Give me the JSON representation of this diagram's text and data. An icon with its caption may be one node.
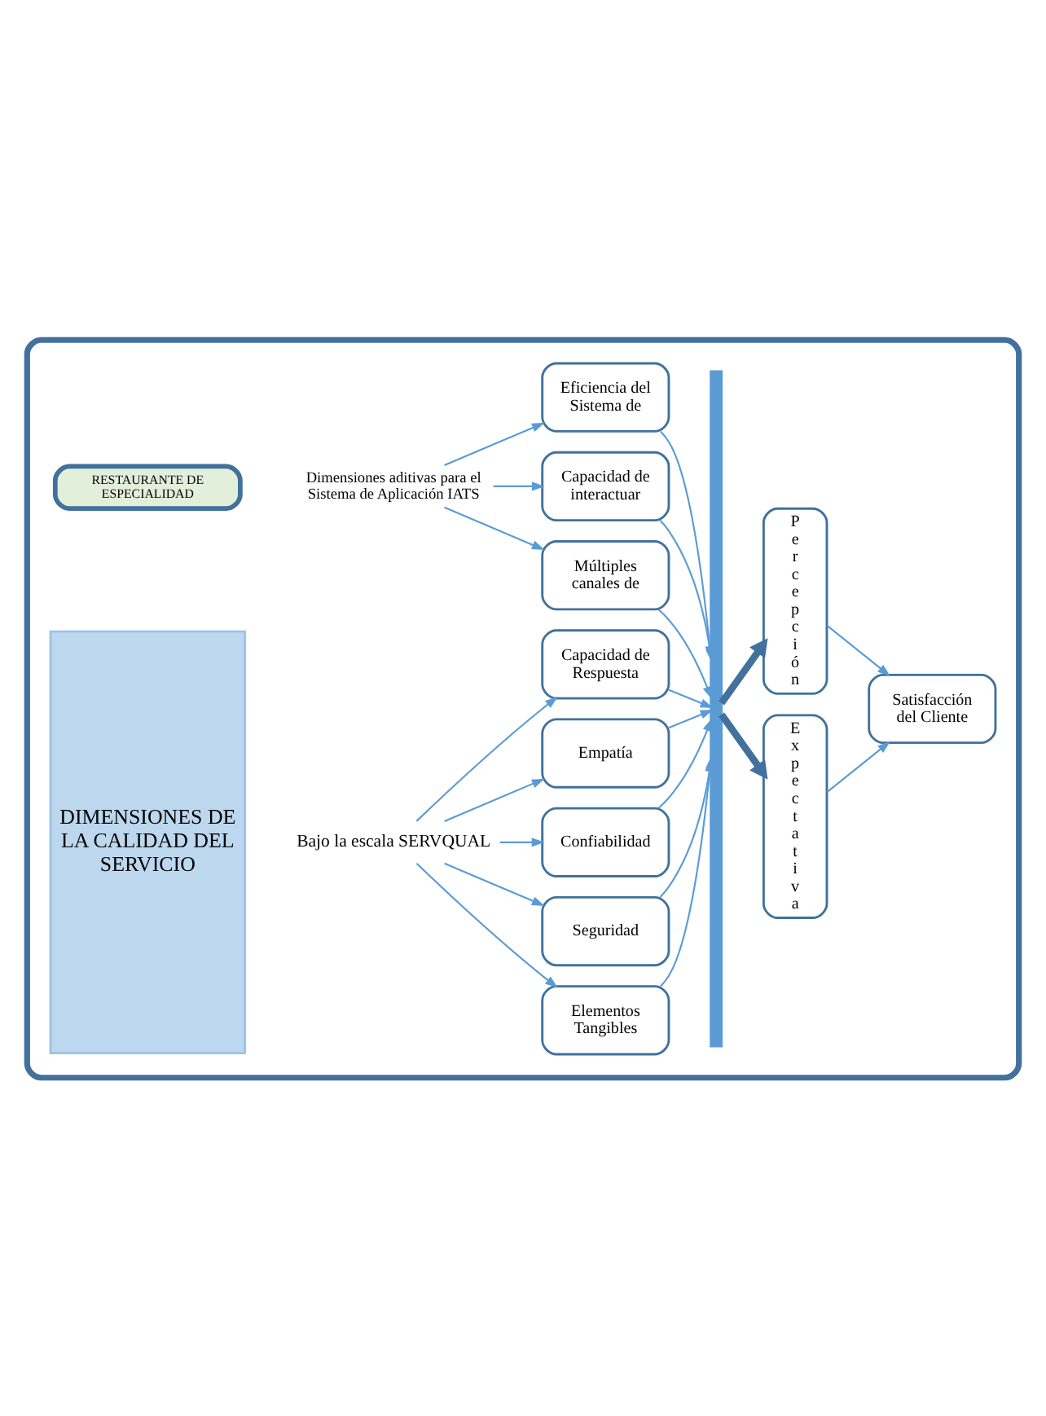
{
  "diagram": {
    "nodes": [
      {
        "text": [],
        "shape": "box"
      },
      {
        "text": [
          "DIMENSIONES DE LA CALIDAD DEL SERVICIO"
        ],
        "in": 0
      },
      {
        "text": [
          "Bajo la escala SERVQUAL"
        ],
        "in": 0
      },
      {
        "text": [
          "Capacidad de Respuesta"
        ],
        "in": 0
      },
      {
        "text": [
          "Empatía"
        ],
        "in": 0
      },
      {
        "text": [
          "Confiabilidad"
        ],
        "in": 0
      },
      {
        "text": [
          "Seguridad"
        ],
        "in": 0
      },
      {
        "text": [
          "Elementos Tangibles"
        ],
        "in": 0
      },
      {
        "text": [
          "Dimensiones aditivas para el Sistema de Aplicación IATS"
        ],
        "in": 0
      },
      {
        "text": [
          "Eficiencia del Sistema de"
        ],
        "in": 0
      },
      {
        "text": [
          "Capacidad de interactuar"
        ],
        "in": 0
      },
      {
        "text": [
          "Múltiples canales de"
        ],
        "in": 0
      },
      {
        "text": [],
        "shape": "bar",
        "in": 0
      },
      {
        "text": [
          "Percepción"
        ],
        "in": 0
      },
      {
        "text": [
          "Expectativa"
        ],
        "in": 0
      },
      {
        "text": [
          "Satisfacción del Cliente"
        ],
        "in": 0
      },
      {
        "text": [
          "RESTAURANTE DE ESPECIALIDAD"
        ],
        "in": 0
      }
    ],
    "edges": [
      {
        "from": 2,
        "to": 3,
        "arrow": "to"
      },
      {
        "from": 2,
        "to": 4,
        "arrow": "to"
      },
      {
        "from": 2,
        "to": 5,
        "arrow": "to"
      },
      {
        "from": 2,
        "to": 6,
        "arrow": "to"
      },
      {
        "from": 2,
        "to": 7,
        "arrow": "to"
      },
      {
        "from": 8,
        "to": 9,
        "arrow": "to"
      },
      {
        "from": 8,
        "to": 10,
        "arrow": "to"
      },
      {
        "from": 8,
        "to": 11,
        "arrow": "to"
      },
      {
        "from": 3,
        "to": 12,
        "arrow": "to"
      },
      {
        "from": 4,
        "to": 12,
        "arrow": "to"
      },
      {
        "from": 5,
        "to": 12,
        "arrow": "to"
      },
      {
        "from": 6,
        "to": 12,
        "arrow": "to"
      },
      {
        "from": 7,
        "to": 12,
        "arrow": "to"
      },
      {
        "from": 9,
        "to": 12,
        "arrow": "to"
      },
      {
        "from": 10,
        "to": 12,
        "arrow": "to"
      },
      {
        "from": 11,
        "to": 12,
        "arrow": "to"
      },
      {
        "from": 12,
        "to": 13,
        "arrow": "to",
        "style": "thick"
      },
      {
        "from": 12,
        "to": 14,
        "arrow": "to",
        "style": "thick"
      },
      {
        "from": 13,
        "to": 15,
        "arrow": "to"
      },
      {
        "from": 14,
        "to": 15,
        "arrow": "to"
      }
    ]
  }
}
